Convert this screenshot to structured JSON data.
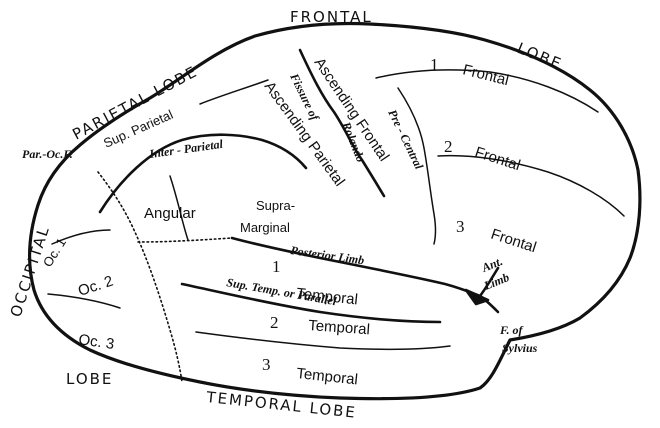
{
  "lobes": {
    "frontal_1": "FRONTAL",
    "frontal_2": "LOBE",
    "parietal": "PARIETAL LOBE",
    "occipital_1": "OCCIPITAL",
    "occipital_2": "LOBE",
    "temporal": "TEMPORAL LOBE"
  },
  "gyri": {
    "sup_parietal": "Sup. Parietal",
    "ascending_frontal": "Ascending Frontal",
    "ascending_parietal": "Ascending Parietal",
    "frontal_1_num": "1",
    "frontal_1": "Frontal",
    "frontal_2_num": "2",
    "frontal_2": "Frontal",
    "frontal_3_num": "3",
    "frontal_3": "Frontal",
    "angular": "Angular",
    "supra": "Supra-",
    "marginal": "Marginal",
    "oc1": "Oc. 1",
    "oc2": "Oc. 2",
    "oc3": "Oc. 3",
    "temporal_1_num": "1",
    "temporal_1": "Temporal",
    "temporal_2_num": "2",
    "temporal_2": "Temporal",
    "temporal_3_num": "3",
    "temporal_3": "Temporal"
  },
  "fissures": {
    "par_oc": "Par.-Oc.F.",
    "inter_parietal": "Inter - Parietal",
    "fissure_of": "Fissure of",
    "rolando": "Rolando",
    "pre_central": "Pre - Central",
    "posterior_limb": "Posterior Limb",
    "sup_temp_parallel": "Sup. Temp. or Parallel",
    "ant_limb_1": "Ant.",
    "ant_limb_2": "Limb",
    "f_of": "F. of",
    "sylvius": "Sylvius"
  }
}
